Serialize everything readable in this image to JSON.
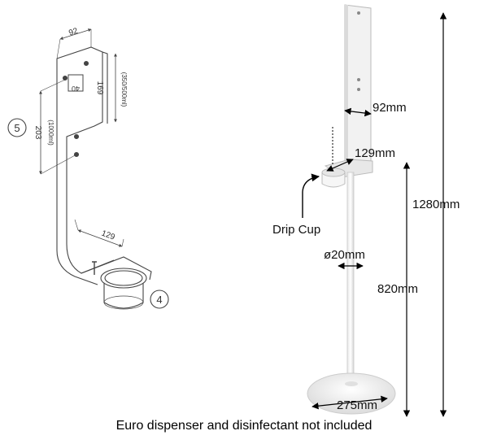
{
  "technical_drawing": {
    "dim_width": "92",
    "dim_hole": "40",
    "dim_height_upper": "169",
    "dim_height_upper_note": "(350/500ml)",
    "dim_height_lower": "203",
    "dim_height_lower_note": "(1000ml)",
    "dim_cup_depth": "129",
    "callout_5": "5",
    "callout_4": "4"
  },
  "product_photo": {
    "dim_plate_width": "92mm",
    "dim_cup_depth": "129mm",
    "drip_cup_label": "Drip Cup",
    "dim_pole_diameter": "ø20mm",
    "dim_total_height": "1280mm",
    "dim_cup_height": "820mm",
    "dim_base_diameter": "275mm"
  },
  "caption": "Euro dispenser and disinfectant not included"
}
